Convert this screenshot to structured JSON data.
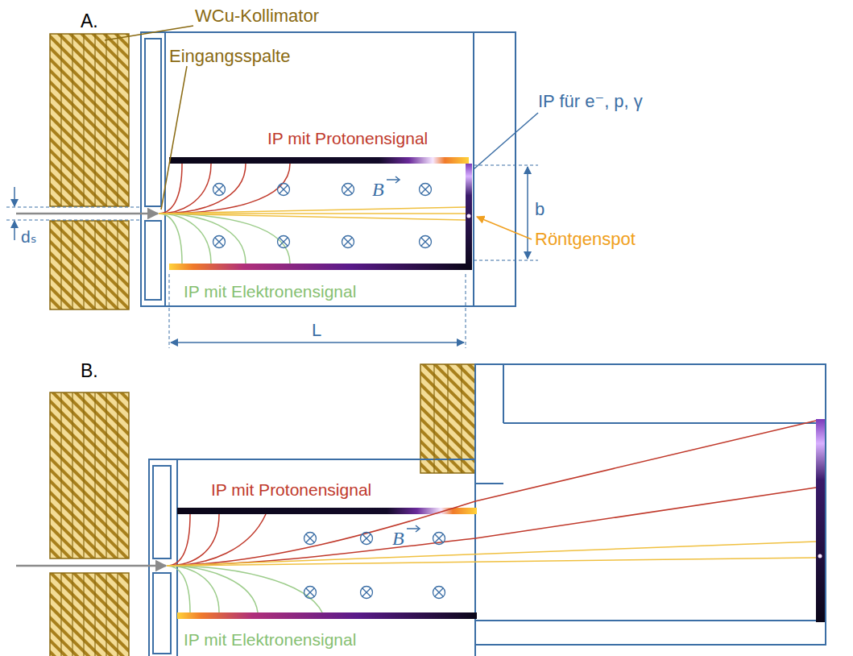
{
  "diagram": {
    "labels": [
      "A.",
      "WCu-Kollimator",
      "Eingangsspalte",
      "IP für e⁻, p, γ",
      "IP mit Protonensignal",
      "B",
      "b",
      "Röntgenspot",
      "dₛ",
      "IP mit Elektronensignal",
      "L",
      "B.",
      "IP mit Protonensignal",
      "B",
      "IP mit Elektronensignal"
    ]
  }
}
